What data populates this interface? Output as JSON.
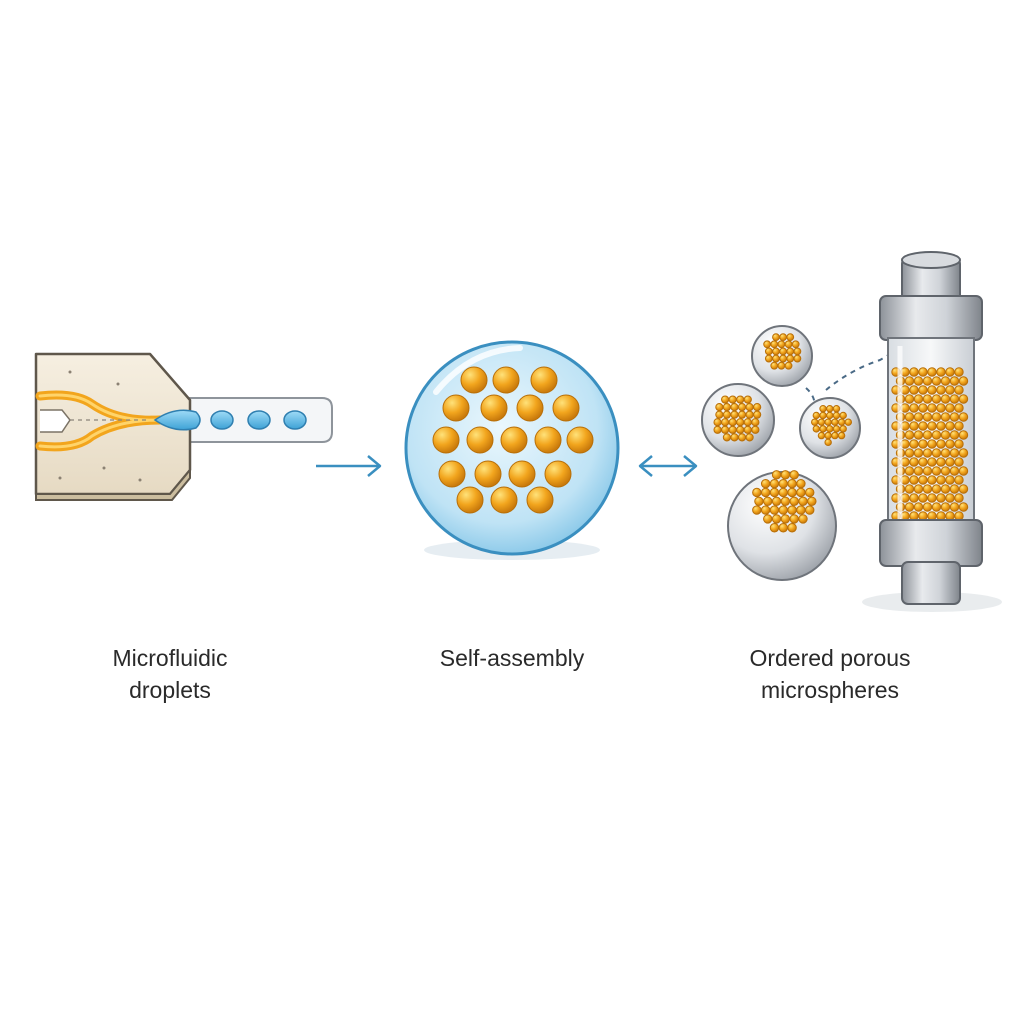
{
  "steps": [
    {
      "line1": "Microfluidic",
      "line2": "droplets"
    },
    {
      "line1": "Self-assembly",
      "line2": ""
    },
    {
      "line1": "Ordered porous",
      "line2": "microspheres"
    }
  ],
  "colors": {
    "chip_body": "#f1e8d6",
    "chip_edge": "#6a6256",
    "channel_orange": "#f2a51d",
    "droplet_blue": "#5bb8e6",
    "arrow": "#3a8fc0",
    "particle_orange": "#f0a21c",
    "steel": "#b9bdc3",
    "sphere_blue": "#bfe3f5"
  },
  "icons": [
    "microfluidic-chip-icon",
    "droplet-train-icon",
    "assembled-droplet-icon",
    "porous-microsphere-icon",
    "packed-column-icon"
  ]
}
